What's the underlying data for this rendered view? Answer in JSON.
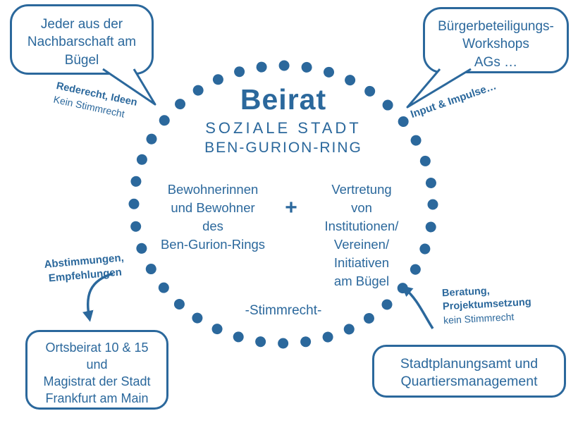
{
  "colors": {
    "accent": "#2b689c"
  },
  "bubbles": {
    "top_left": {
      "lines": [
        "Jeder aus der",
        "Nachbarschaft am",
        "Bügel"
      ]
    },
    "top_right": {
      "lines": [
        "Bürgerbeteiligungs-",
        "Workshops",
        "AGs …"
      ]
    },
    "bottom_left": {
      "lines": [
        "Ortsbeirat 10 & 15",
        "und",
        "Magistrat der Stadt",
        "Frankfurt am Main"
      ]
    },
    "bottom_right": {
      "lines": [
        "Stadtplanungsamt und",
        "Quartiersmanagement"
      ]
    }
  },
  "annotations": {
    "top_left": {
      "bold": "Rederecht, Ideen",
      "regular": "Kein Stimmrecht"
    },
    "top_right": {
      "bold": "Input & Impulse…"
    },
    "left": {
      "bold_line1": "Abstimmungen,",
      "bold_line2": "Empfehlungen"
    },
    "right": {
      "bold_line1": "Beratung,",
      "bold_line2": "Projektumsetzung",
      "regular": "kein Stimmrecht"
    }
  },
  "circle": {
    "title": "Beirat",
    "subtitle_1": "SOZIALE STADT",
    "subtitle_2": "BEN-GURION-RING",
    "left_group_lines": [
      "Bewohnerinnen",
      "und Bewohner",
      "des",
      "Ben-Gurion-Rings"
    ],
    "plus": "+",
    "right_group_lines": [
      "Vertretung",
      "von",
      "Institutionen/",
      "Vereinen/",
      "Initiativen",
      "am Bügel"
    ],
    "voting_note": "-Stimmrecht-"
  }
}
